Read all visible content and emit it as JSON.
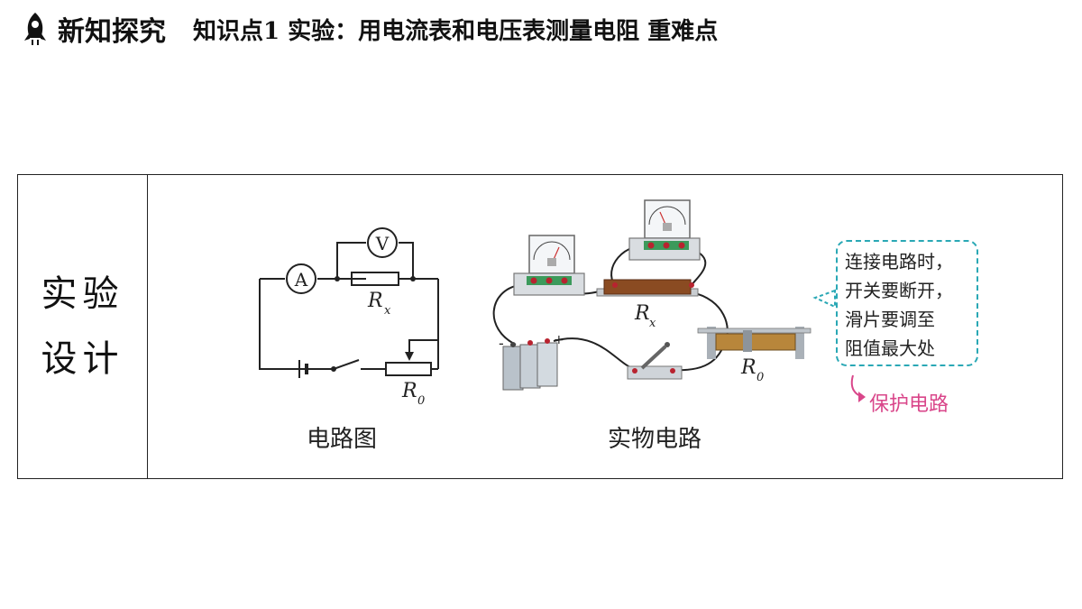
{
  "header": {
    "section": "新知探究",
    "topic": "知识点1  实验：用电流表和电压表测量电阻  重难点"
  },
  "row": {
    "label_line1": "实验",
    "label_line2": "设计"
  },
  "diagram": {
    "captions": {
      "schematic": "电路图",
      "physical": "实物电路"
    },
    "schematic": {
      "ammeter": "A",
      "voltmeter": "V",
      "rx": "R",
      "rx_sub": "x",
      "r0": "R",
      "r0_sub": "0"
    },
    "physical": {
      "rx": "R",
      "rx_sub": "x",
      "r0": "R",
      "r0_sub": "0",
      "minus": "-",
      "plus": "+"
    },
    "note": {
      "lines": [
        "连接电路时，",
        "开关要断开，",
        "滑片要调至",
        "阻值最大处"
      ]
    },
    "protect_label": "保护电路"
  },
  "colors": {
    "note_border": "#2aa8b5",
    "protect": "#d9468a",
    "resistor_brown": "#8a4b22",
    "coil": "#b8863b"
  }
}
